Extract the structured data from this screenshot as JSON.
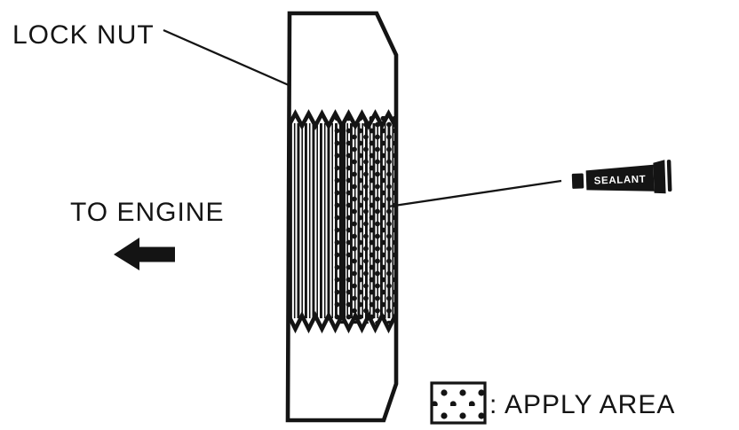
{
  "diagram": {
    "kind": "technical-line-drawing",
    "labels": {
      "lock_nut": "LOCK NUT",
      "to_engine": "TO ENGINE",
      "apply_area": ": APPLY AREA"
    },
    "sealant_tube": {
      "label": "SEALANT"
    },
    "icons": {
      "direction_arrow": "left-arrow-icon",
      "sealant": "sealant-tube-icon",
      "legend_swatch": "stipple-dots-swatch"
    },
    "colors": {
      "ink": "#141414",
      "paper": "#ffffff"
    }
  }
}
